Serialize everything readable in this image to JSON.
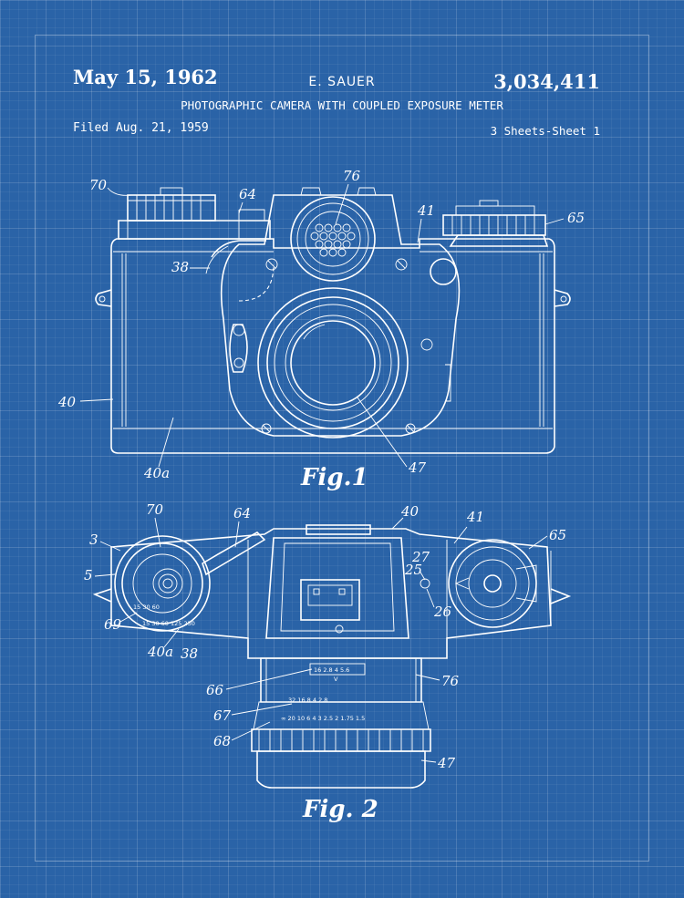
{
  "header": {
    "date": "May 15, 1962",
    "inventor": "E. SAUER",
    "patent_number": "3,034,411",
    "title": "PHOTOGRAPHIC CAMERA WITH COUPLED EXPOSURE METER",
    "filed": "Filed Aug. 21, 1959",
    "sheets": "3 Sheets-Sheet 1"
  },
  "figures": {
    "fig1": {
      "caption": "Fig.1",
      "labels": {
        "l70": "70",
        "l64": "64",
        "l76": "76",
        "l41": "41",
        "l65": "65",
        "l38": "38",
        "l40": "40",
        "l40a": "40a",
        "l47": "47"
      }
    },
    "fig2": {
      "caption": "Fig. 2",
      "labels": {
        "l70": "70",
        "l64": "64",
        "l40": "40",
        "l41": "41",
        "l65": "65",
        "l3": "3",
        "l5": "5",
        "l27": "27",
        "l25": "25",
        "l26": "26",
        "l69": "69",
        "l40a": "40a",
        "l38": "38",
        "l66": "66",
        "l76": "76",
        "l67": "67",
        "l68": "68",
        "l47": "47"
      },
      "scales": {
        "dial_outer": "15  30  60  125  250",
        "dial_inner": "15  30  60",
        "meter": "16 2.8 4 5.6",
        "meter_v": "V",
        "aperture": "32  16  8  4  2.8",
        "focus": "∞ 20 10 6  4  3 2.5 2  1.75 1.5"
      }
    }
  }
}
